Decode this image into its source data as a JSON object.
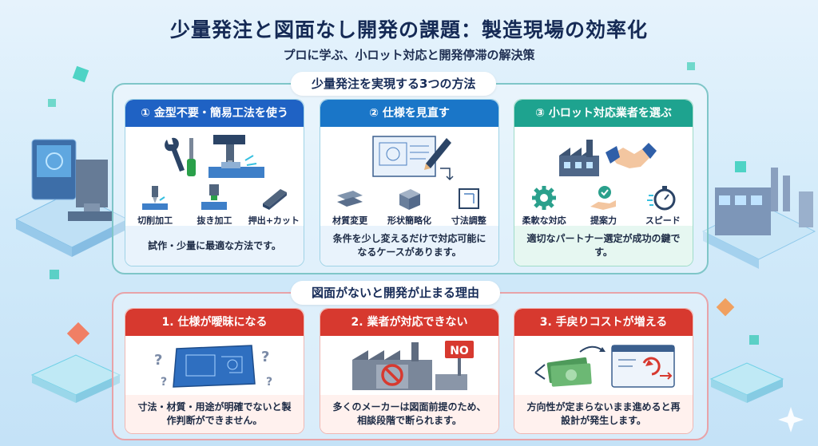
{
  "header": {
    "title": "少量発注と図面なし開発の課題：製造現場の効率化",
    "subtitle": "プロに学ぶ、小ロット対応と開発停滞の解決策"
  },
  "methods": {
    "label": "少量発注を実現する3つの方法",
    "cards": [
      {
        "title": "① 金型不要・簡易工法を使う",
        "items": [
          "切削加工",
          "抜き加工",
          "押出+カット"
        ],
        "footer": "試作・少量に最適な方法です。"
      },
      {
        "title": "② 仕様を見直す",
        "items": [
          "材質変更",
          "形状簡略化",
          "寸法調整"
        ],
        "footer": "条件を少し変えるだけで対応可能になるケースがあります。"
      },
      {
        "title": "③ 小ロット対応業者を選ぶ",
        "items": [
          "柔軟な対応",
          "提案力",
          "スピード"
        ],
        "footer": "適切なパートナー選定が成功の鍵です。"
      }
    ]
  },
  "reasons": {
    "label": "図面がないと開発が止まる理由",
    "cards": [
      {
        "title": "1. 仕様が曖昧になる",
        "footer": "寸法・材質・用途が明確でないと製作判断ができません。"
      },
      {
        "title": "2. 業者が対応できない",
        "badge": "NO",
        "footer": "多くのメーカーは図面前提のため、相談段階で断られます。"
      },
      {
        "title": "3. 手戻りコストが増える",
        "footer": "方向性が定まらないまま進めると再設計が発生します。"
      }
    ]
  },
  "colors": {
    "navy": "#152a55",
    "blue_head": "#1f62c4",
    "teal_head": "#1ea38f",
    "red_head": "#d7392f"
  }
}
